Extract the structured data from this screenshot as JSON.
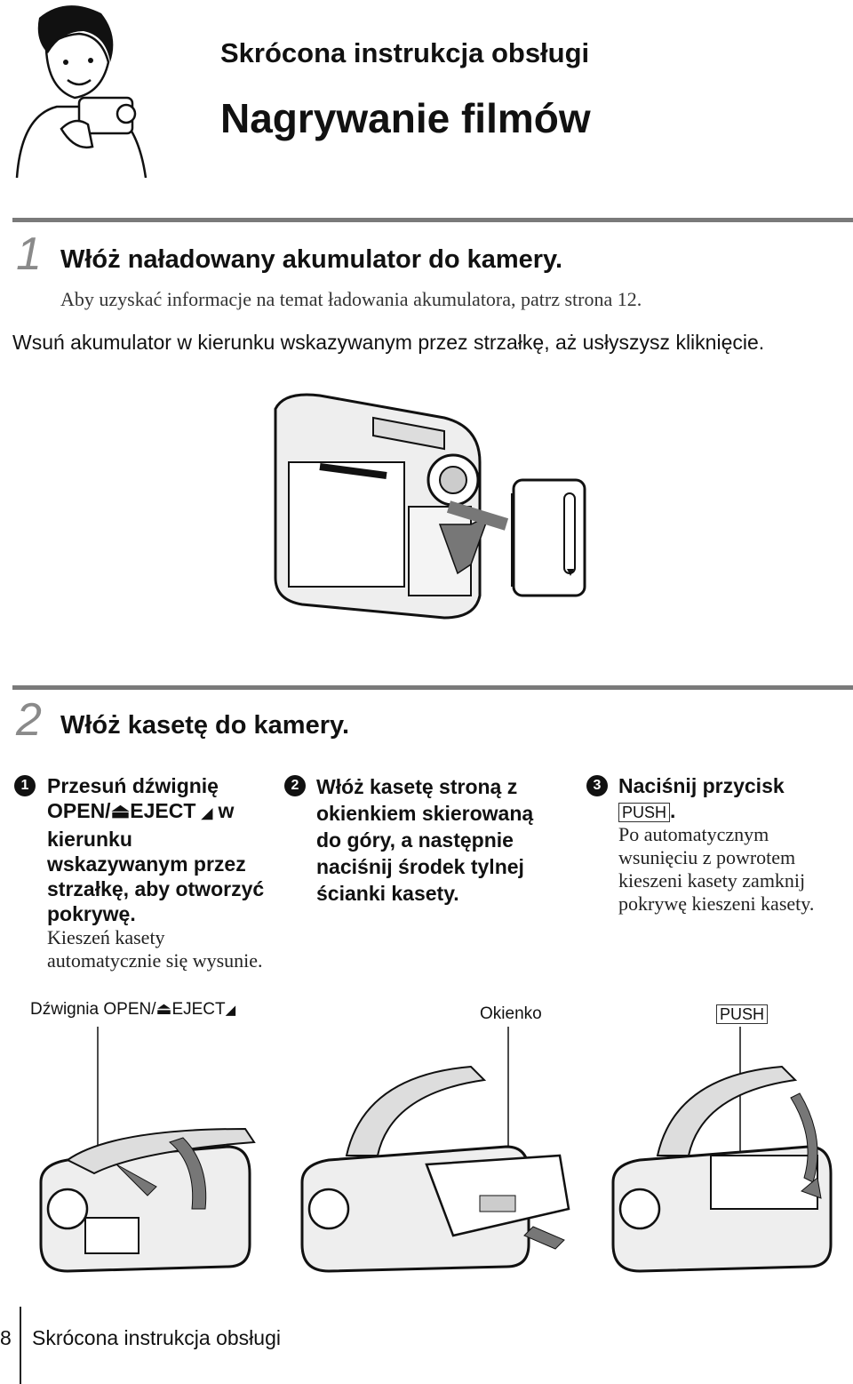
{
  "header": {
    "subtitle": "Skrócona instrukcja obsługi",
    "title": "Nagrywanie filmów"
  },
  "step1": {
    "number": "1",
    "title": "Włóż naładowany akumulator do kamery.",
    "note": "Aby uzyskać informacje na temat ładowania akumulatora, patrz strona 12.",
    "instruction": "Wsuń akumulator w kierunku wskazywanym przez strzałkę, aż usłyszysz kliknięcie."
  },
  "step2": {
    "number": "2",
    "title": "Włóż kasetę do kamery.",
    "substeps": [
      {
        "bullet": "1",
        "lines": [
          "Przesuń dźwignię",
          "OPEN/⏏EJECT",
          "w",
          "kierunku",
          "wskazywanym przez",
          "strzałkę, aby otworzyć",
          "pokrywę."
        ],
        "detail_lines": [
          "Kieszeń kasety",
          "automatycznie się wysunie."
        ]
      },
      {
        "bullet": "2",
        "lines": [
          "Włóż kasetę stroną z",
          "okienkiem skierowaną",
          "do góry, a następnie",
          "naciśnij środek tylnej",
          "ścianki kasety."
        ]
      },
      {
        "bullet": "3",
        "lines": [
          "Naciśnij przycisk",
          "PUSH",
          "."
        ],
        "detail_lines": [
          "Po automatycznym",
          "wsunięciu z powrotem",
          "kieszeni kasety zamknij",
          "pokrywę kieszeni kasety."
        ]
      }
    ]
  },
  "callouts": {
    "lever": "Dźwignia OPEN/⏏EJECT",
    "window": "Okienko",
    "push": "PUSH"
  },
  "footer": {
    "page": "8",
    "text": "Skrócona instrukcja obsługi"
  }
}
